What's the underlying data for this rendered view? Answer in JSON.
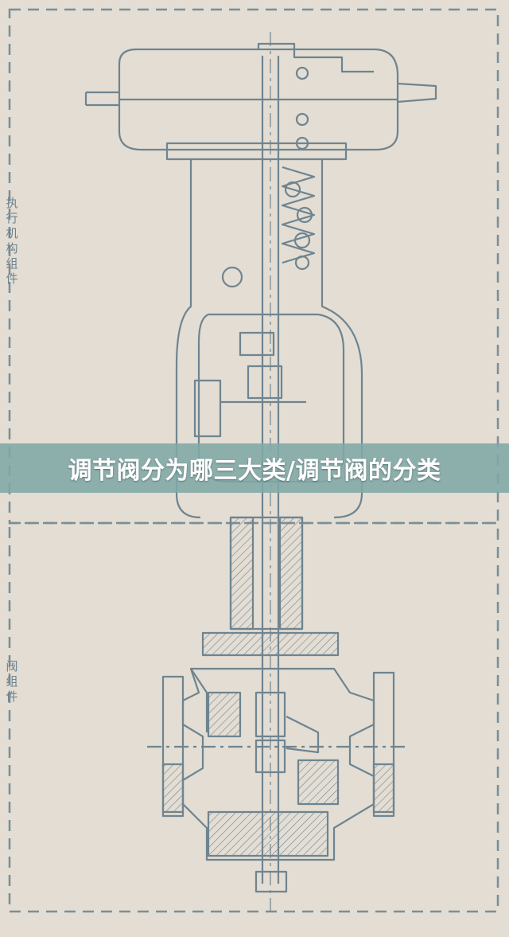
{
  "title_banner": {
    "text": "调节阀分为哪三大类/调节阀的分类"
  },
  "diagram": {
    "labels": {
      "actuator_assembly": "执\n行\n机\n构\n组\n件",
      "valve_assembly": "阀\n组\n件"
    },
    "colors": {
      "paper": "#e3ddd3",
      "line": "#6f8490",
      "banner": "#80a8a6",
      "banner_text": "#ffffff"
    }
  }
}
